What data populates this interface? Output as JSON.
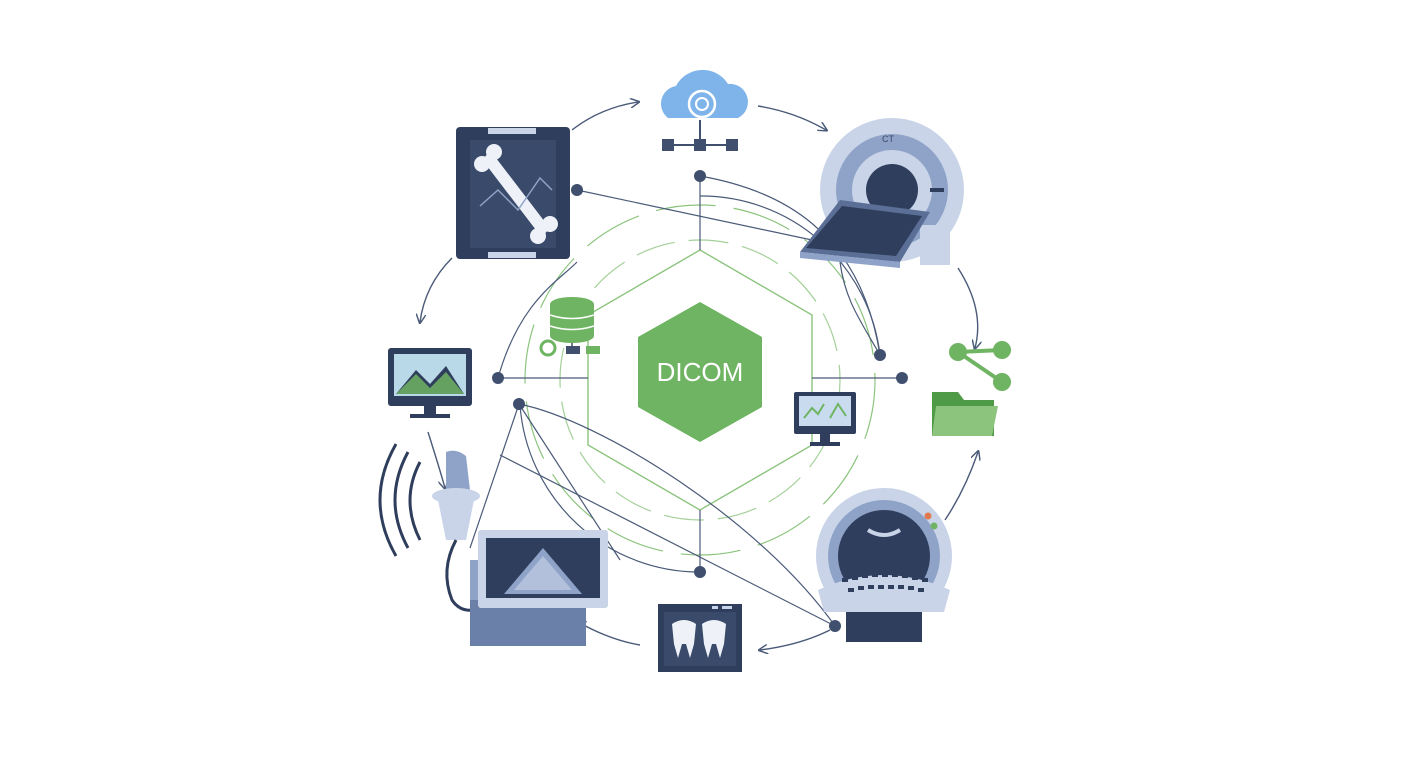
{
  "hub": {
    "label": "DICOM",
    "color": "#6fb462"
  },
  "ct_scanner": {
    "label": "CT"
  },
  "palette": {
    "navy": "#2f3e5c",
    "steel": "#8fa3c9",
    "light_steel": "#c9d4e8",
    "green": "#6fb462",
    "light_green": "#a9d48f",
    "sky": "#7fb4ea",
    "line": "#4a5a78"
  },
  "nodes": [
    {
      "id": "cloud",
      "icon": "cloud-network-icon"
    },
    {
      "id": "ct",
      "icon": "ct-scanner-icon"
    },
    {
      "id": "share",
      "icon": "share-folder-icon"
    },
    {
      "id": "mri",
      "icon": "mri-scanner-icon"
    },
    {
      "id": "dental",
      "icon": "dental-xray-icon"
    },
    {
      "id": "ultrasound",
      "icon": "ultrasound-machine-icon"
    },
    {
      "id": "monitor-left",
      "icon": "image-monitor-icon"
    },
    {
      "id": "xray",
      "icon": "bone-xray-icon"
    },
    {
      "id": "database",
      "icon": "database-server-icon"
    },
    {
      "id": "monitor-inner",
      "icon": "chart-monitor-icon"
    }
  ]
}
